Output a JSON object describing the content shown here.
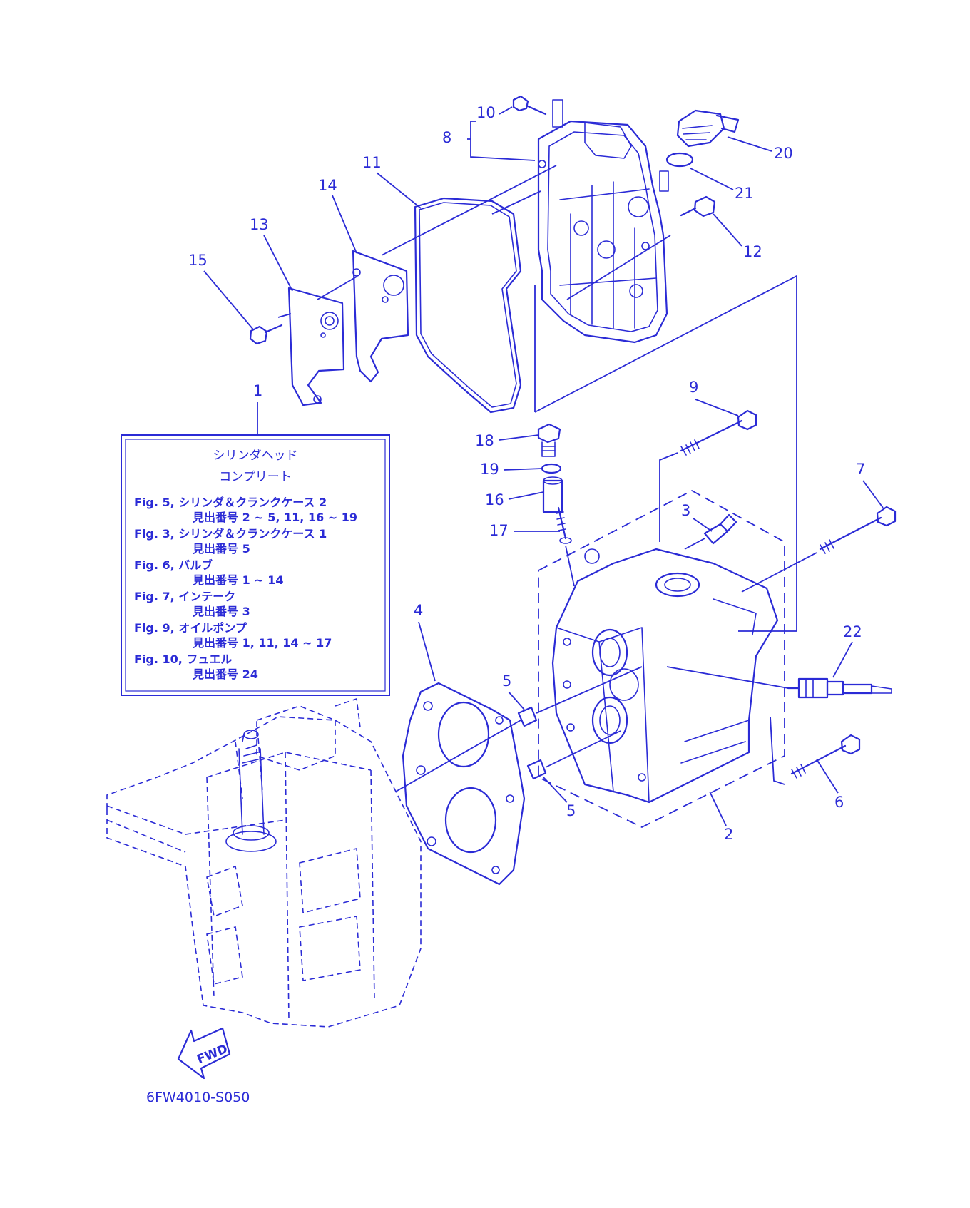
{
  "colors": {
    "ink": "#2b2bd6",
    "background": "#ffffff"
  },
  "callouts": [
    "1",
    "2",
    "3",
    "4",
    "5",
    "5",
    "6",
    "7",
    "8",
    "9",
    "10",
    "11",
    "12",
    "13",
    "14",
    "15",
    "16",
    "17",
    "18",
    "19",
    "20",
    "21",
    "22"
  ],
  "info_box": {
    "title_line1": "シリンダヘッド",
    "title_line2": "コンプリート",
    "lines": [
      "Fig. 5, シリンダ＆クランクケース 2",
      "見出番号 2 ~ 5, 11, 16 ~ 19",
      "Fig. 3, シリンダ＆クランクケース 1",
      "見出番号 5",
      "Fig. 6, バルブ",
      "見出番号 1 ~ 14",
      "Fig. 7, インテーク",
      "見出番号 3",
      "Fig. 9, オイルポンプ",
      "見出番号 1, 11, 14 ~ 17",
      "Fig. 10, フュエル",
      "見出番号 24"
    ]
  },
  "fwd_label": "FWD",
  "drawing_code": "6FW4010-S050"
}
